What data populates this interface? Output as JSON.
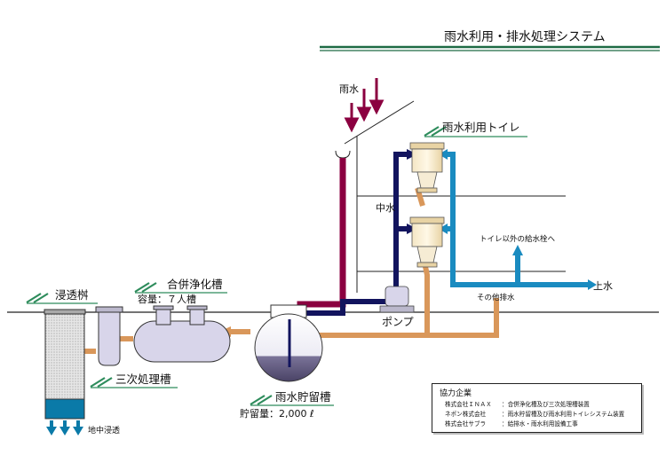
{
  "title": "雨水利用・排水処理システム",
  "labels": {
    "rain": "雨水",
    "toilet": "雨水利用トイレ",
    "gray_water": "中水",
    "other_taps": "トイレ以外の給水栓へ",
    "city_water": "上水",
    "other_drain": "その他排水",
    "pump": "ポンプ",
    "infiltration_basin": "浸透桝",
    "septic_tank": "合併浄化槽",
    "septic_capacity": "容量：７人槽",
    "tertiary_tank": "三次処理槽",
    "storage_tank": "雨水貯留槽",
    "storage_capacity": "貯留量：2,000 ℓ",
    "ground_infiltration": "地中浸透"
  },
  "credits": {
    "heading": "協力企業",
    "rows": [
      {
        "company": "株式会社ＩＮＡＸ",
        "role": "：合併浄化槽及び三次処理槽装置"
      },
      {
        "company": "ネポン株式会社",
        "role": "：雨水貯留槽及び雨水利用トイレシステム装置"
      },
      {
        "company": "株式会社サブラ",
        "role": "：給排水・雨水利用設備工事"
      }
    ]
  },
  "colors": {
    "rain_pipe": "#8b0040",
    "supply_pipe": "#12145e",
    "city_pipe": "#1a8bc0",
    "drain_pipe": "#d9975a",
    "tank_fill": "#d8d5ea",
    "tank_water": "#5e5678",
    "basin_water": "#0a7aa8",
    "title_rule": "#1e6b45",
    "accent_slash": "#2e8c5c"
  }
}
